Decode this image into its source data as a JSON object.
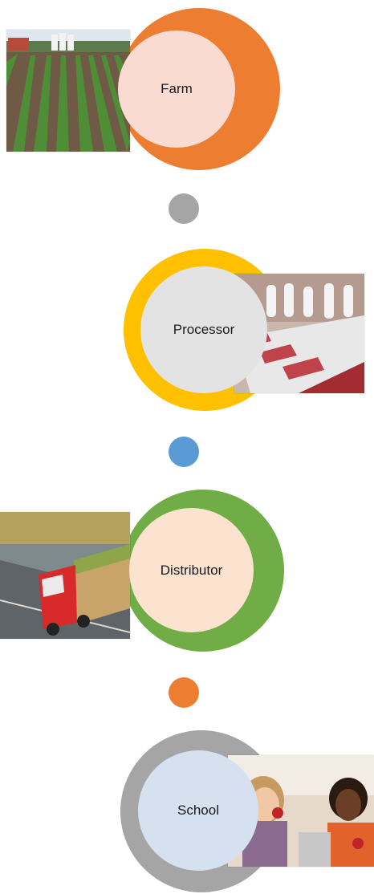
{
  "diagram": {
    "stages": [
      {
        "label": "Farm",
        "image": "farm-field-photo",
        "ring_color": "#ED7D31",
        "fill_color": "#FADBD2"
      },
      {
        "label": "Processor",
        "image": "meat-processing-photo",
        "ring_color": "#FFC000",
        "fill_color": "#E3E3E3"
      },
      {
        "label": "Distributor",
        "image": "produce-truck-photo",
        "ring_color": "#70AD47",
        "fill_color": "#FBE3CF"
      },
      {
        "label": "School",
        "image": "children-eating-photo",
        "ring_color": "#A5A5A5",
        "fill_color": "#D6E1F0"
      }
    ],
    "connectors": [
      {
        "color": "#A5A5A5"
      },
      {
        "color": "#5B9BD5"
      },
      {
        "color": "#ED7D31"
      }
    ]
  }
}
